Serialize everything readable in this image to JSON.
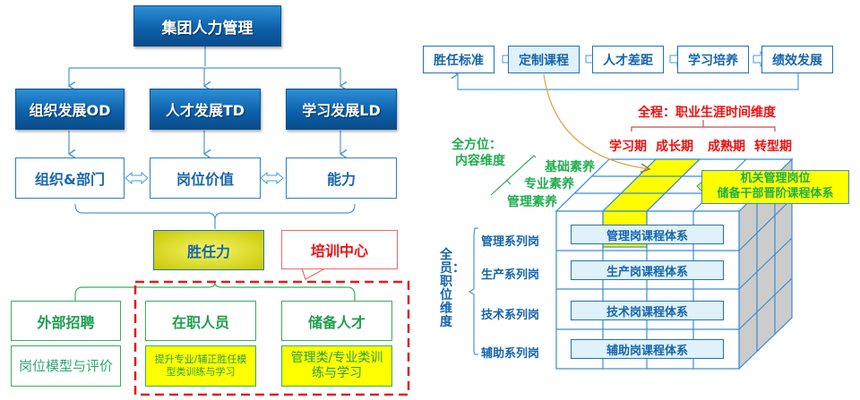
{
  "left": {
    "root": "集团人力管理",
    "level1": [
      "组织发展OD",
      "人才发展TD",
      "学习发展LD"
    ],
    "level2": [
      "组织&部门",
      "岗位价值",
      "能力"
    ],
    "competency": "胜任力",
    "callout": "培训中心",
    "groups": [
      {
        "title": "外部招聘",
        "detail": "岗位模型与评价"
      },
      {
        "title": "在职人员",
        "detail": "提升专业/辅正胜任模型类训练与学习"
      },
      {
        "title": "储备人才",
        "detail": "管理类/专业类训练与学习"
      }
    ]
  },
  "right": {
    "flow": [
      "胜任标准",
      "定制课程",
      "人才差距",
      "学习培养",
      "绩效发展"
    ],
    "time_dimension": {
      "title": "全程：职业生涯时间维度",
      "periods": [
        "学习期",
        "成长期",
        "成熟期",
        "转型期"
      ]
    },
    "content_dimension": {
      "title_line1": "全方位：",
      "title_line2": "内容维度",
      "items": [
        "基础素养",
        "专业素养",
        "管理素养"
      ]
    },
    "staff_dimension": {
      "title": "全员：职位维度",
      "rows": [
        {
          "label": "管理系列岗",
          "course": "管理岗课程体系"
        },
        {
          "label": "生产系列岗",
          "course": "生产岗课程体系"
        },
        {
          "label": "技术系列岗",
          "course": "技术岗课程体系"
        },
        {
          "label": "辅助系列岗",
          "course": "辅助岗课程体系"
        }
      ]
    },
    "highlight_callout": {
      "line1": "机关管理岗位",
      "line2": "储备干部晋阶课程体系"
    }
  },
  "colors": {
    "blue": "#1565ad",
    "green": "#1fae4e",
    "red": "#ee1111",
    "yellow": "#ffff00",
    "cube_side": "#cccccc"
  }
}
